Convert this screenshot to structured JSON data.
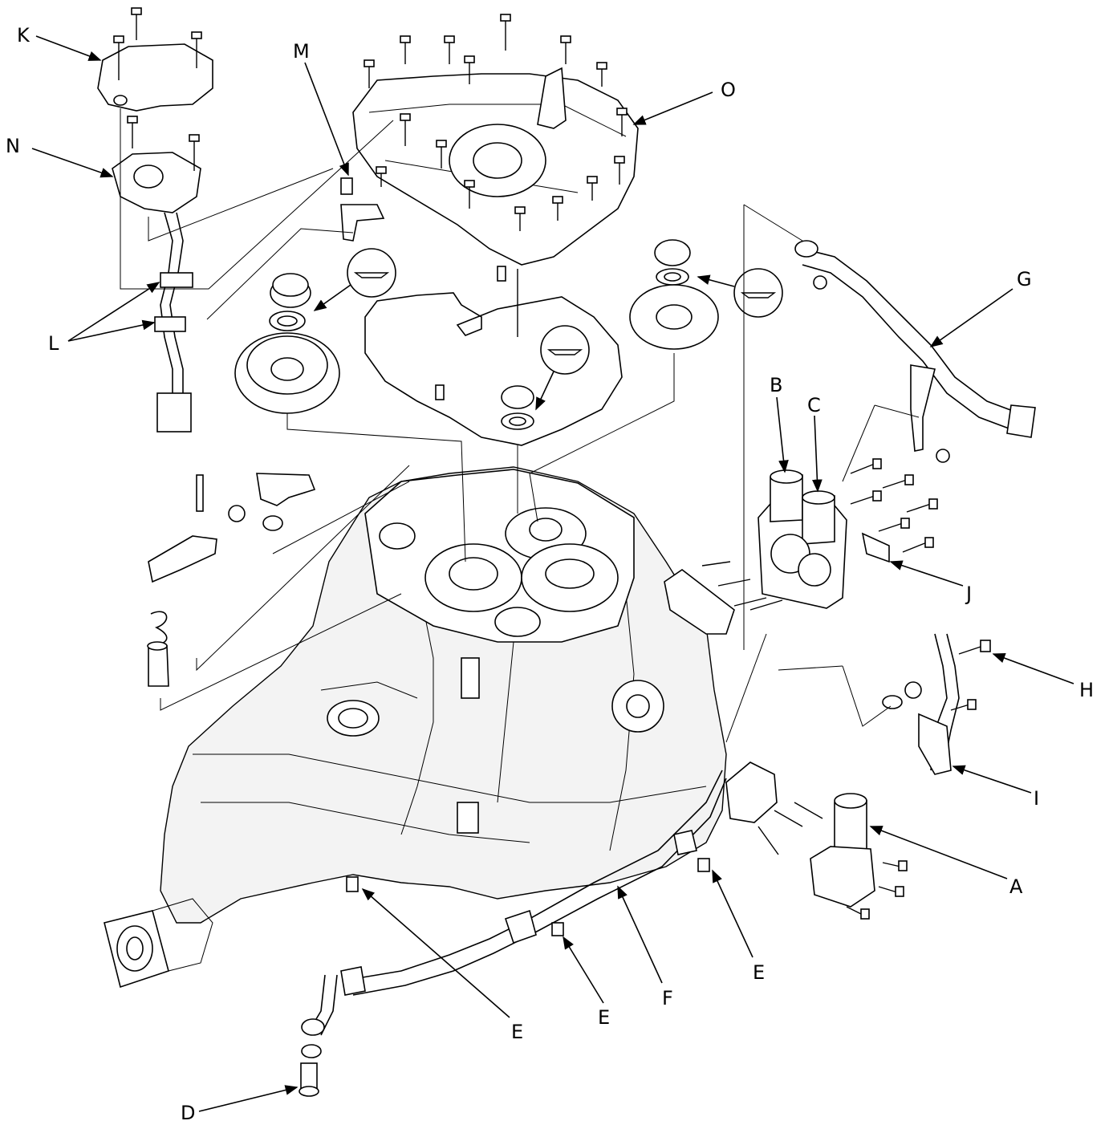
{
  "labels": {
    "A": "A",
    "B": "B",
    "C": "C",
    "D": "D",
    "E1": "E",
    "E2": "E",
    "E3": "E",
    "F": "F",
    "G": "G",
    "H": "H",
    "I": "I",
    "J": "J",
    "K": "K",
    "L": "L",
    "M": "M",
    "N": "N",
    "O": "O"
  },
  "icons": {
    "reuse_symbol": "replace-part-icon"
  }
}
